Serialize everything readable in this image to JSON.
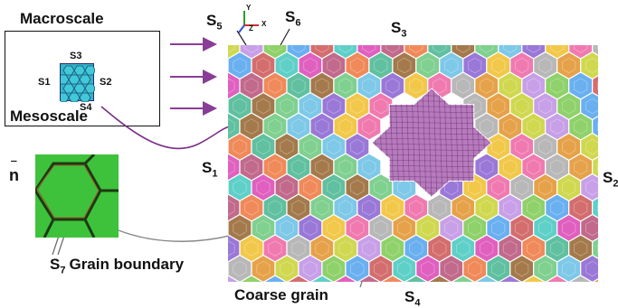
{
  "labels": {
    "macroscale": "Macroscale",
    "mesoscale": "Mesoscale",
    "s1_small": "S1",
    "s2_small": "S2",
    "s3_small": "S3",
    "s4_small": "S4",
    "s_letter": "S",
    "s1_sub": "1",
    "s2_sub": "2",
    "s3_sub": "3",
    "s4_sub": "4",
    "s5_sub": "5",
    "s6_sub": "6",
    "s7_sub": "7",
    "grain_boundary": "Grain boundary",
    "coarse_grain": "Coarse grain",
    "normal": "n",
    "axis_y": "Y",
    "axis_z": "Z",
    "axis_x": "X"
  },
  "colors": {
    "arrow": "#8a3d96",
    "meso_square": "#2fb6c8",
    "inset_green": "#3ec23b",
    "coarse_grain": "#b77bbd",
    "grain_palette": [
      "#e6a24a",
      "#7ec8e8",
      "#c26a8c",
      "#8fd16a",
      "#f07ab0",
      "#a47a4c",
      "#5fd0c8",
      "#d0d850",
      "#9a78d8",
      "#f08a5a",
      "#6ab0f0",
      "#b8b8b8",
      "#80d090",
      "#e060c0",
      "#c8a0e8",
      "#f2c84a",
      "#60c0a0",
      "#d46e6e"
    ]
  }
}
